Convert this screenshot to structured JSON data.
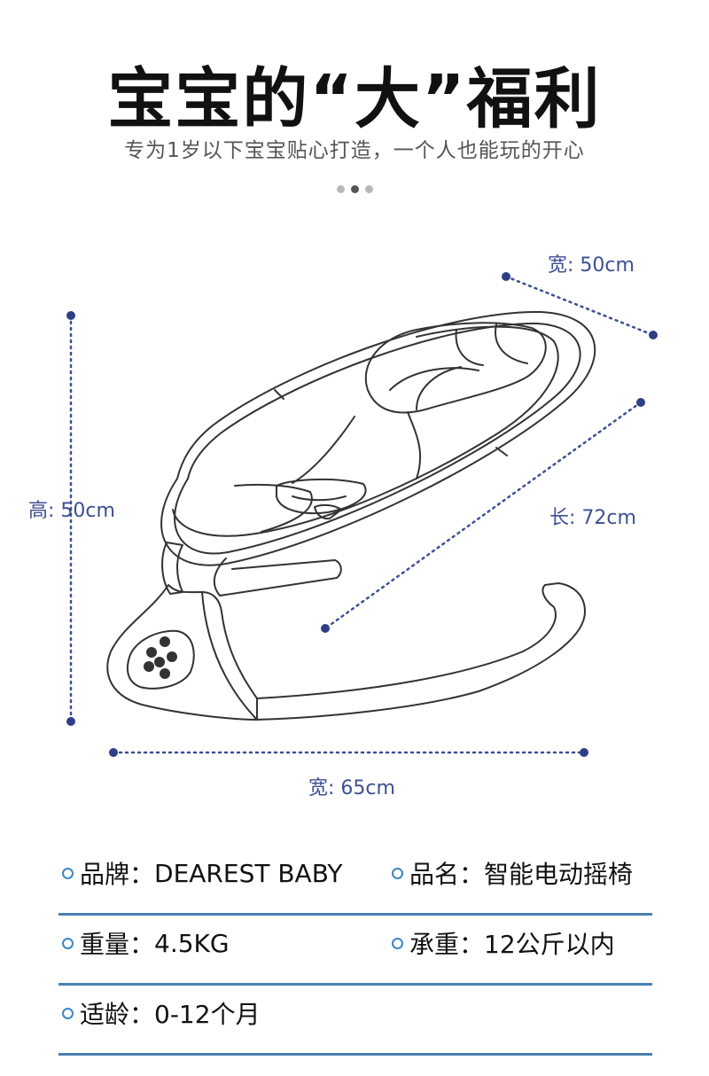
{
  "header": {
    "title": "宝宝的“大”福利",
    "subtitle": "专为1岁以下宝宝贴心打造，一个人也能玩的开心",
    "carousel_dots": 3,
    "active_dot": 1
  },
  "dimensions": {
    "width_top": "宽: 50cm",
    "height": "高: 50cm",
    "length": "长: 72cm",
    "width_bottom": "宽: 65cm"
  },
  "specs": [
    {
      "label": "品牌：",
      "value": "DEAREST BABY"
    },
    {
      "label": "品名：",
      "value": "智能电动摇椅"
    },
    {
      "label": "重量：",
      "value": "4.5KG"
    },
    {
      "label": "承重：",
      "value": "12公斤以内"
    },
    {
      "label": "适龄：",
      "value": "0-12个月"
    }
  ],
  "colors": {
    "accent": "#3e4f92",
    "divider": "#4a7fb3",
    "bullet": "#3d86c6",
    "line_art": "#333333"
  }
}
